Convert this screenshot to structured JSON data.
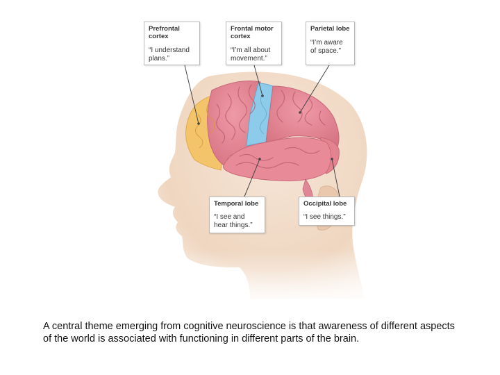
{
  "diagram": {
    "callouts": {
      "prefrontal": {
        "title": "Prefrontal cortex",
        "quote": "“I understand plans.”"
      },
      "frontal_motor": {
        "title": "Frontal motor cortex",
        "quote": "“I’m all about movement.”"
      },
      "parietal": {
        "title": "Parietal lobe",
        "quote": "“I’m aware of space.”"
      },
      "temporal": {
        "title": "Temporal lobe",
        "quote": "“I see and hear things.”"
      },
      "occipital": {
        "title": "Occipital lobe",
        "quote": "“I see things.”"
      }
    },
    "colors": {
      "brain_pink": "#e88a98",
      "prefrontal_yellow": "#f3c46a",
      "motor_blue": "#8ccbea",
      "skin": "#f1dcc9"
    }
  },
  "caption": "A central theme emerging from cognitive neuroscience is that awareness of different aspects of the world is associated with functioning in different parts of the brain."
}
